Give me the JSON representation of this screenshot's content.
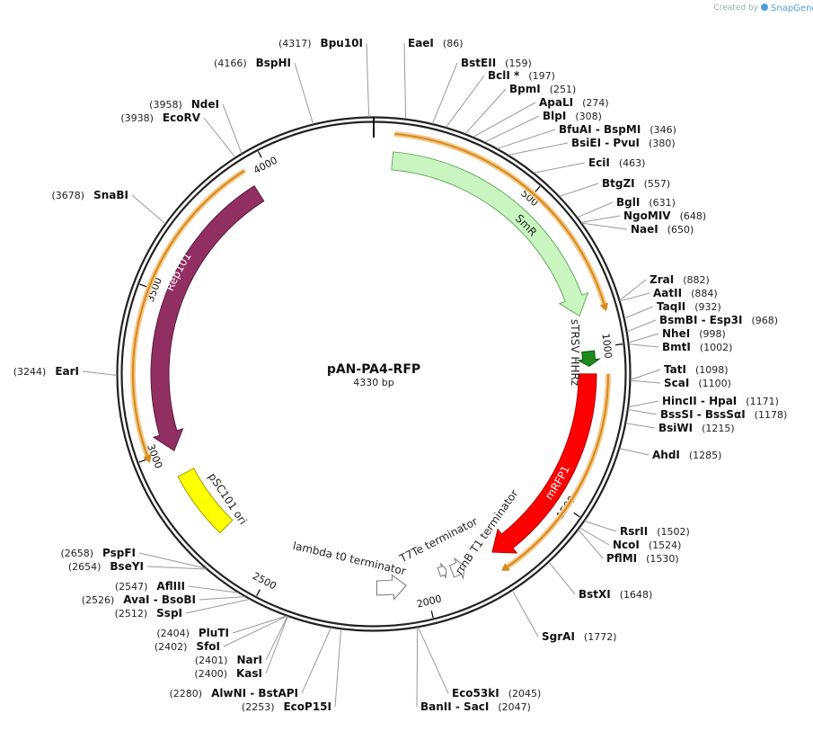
{
  "plasmid": {
    "name": "pAN-PA4-RFP",
    "length_label": "4330 bp",
    "length": 4330
  },
  "credit": {
    "prefix": "Created by",
    "brand": "SnapGene"
  },
  "ticks": [
    {
      "pos": 500,
      "label": "500"
    },
    {
      "pos": 1000,
      "label": "1000"
    },
    {
      "pos": 1500,
      "label": "1500"
    },
    {
      "pos": 2000,
      "label": "2000"
    },
    {
      "pos": 2500,
      "label": "2500"
    },
    {
      "pos": 3000,
      "label": "3000"
    },
    {
      "pos": 3500,
      "label": "3500"
    },
    {
      "pos": 4000,
      "label": "4000"
    }
  ],
  "features": [
    {
      "id": "smr",
      "name": "SmR",
      "start": 60,
      "end": 893,
      "strand": "+",
      "color": "#c8f5c0",
      "stroke": "#6aa860",
      "label_inside": true
    },
    {
      "id": "strsv",
      "name": "sTRSV HHRz",
      "start": 1010,
      "end": 1058,
      "strand": "+",
      "color": "#1e8a1e",
      "stroke": "#0d5a0d",
      "label_inside": false
    },
    {
      "id": "mrfp1",
      "name": "mRFP1",
      "start": 1082,
      "end": 1760,
      "strand": "+",
      "color": "#ff0000",
      "stroke": "#b30000",
      "label_inside": true
    },
    {
      "id": "rrnb",
      "name": "rrnB T1 terminator",
      "start": 1860,
      "end": 1905,
      "strand": "-",
      "color": "#ffffff",
      "stroke": "#777777",
      "label_inside": false
    },
    {
      "id": "t7te",
      "name": "T7Te terminator",
      "start": 1920,
      "end": 1945,
      "strand": "-",
      "color": "#ffffff",
      "stroke": "#777777",
      "label_inside": false
    },
    {
      "id": "lambda",
      "name": "lambda t0 terminator",
      "start": 2060,
      "end": 2155,
      "strand": "-",
      "color": "#ffffff",
      "stroke": "#777777",
      "label_inside": false
    },
    {
      "id": "psc101",
      "name": "pSC101 ori",
      "start": 2695,
      "end": 2915,
      "strand": "none",
      "color": "#ffff00",
      "stroke": "#a0a000",
      "label_inside": false
    },
    {
      "id": "rep101",
      "name": "Rep101",
      "start": 2995,
      "end": 3940,
      "strand": "-",
      "color": "#912f62",
      "stroke": "#5a1a3c",
      "label_inside": true
    }
  ],
  "orf_arcs": [
    {
      "id": "orf-smr",
      "start": 60,
      "end": 893
    },
    {
      "id": "orf-mrfp1",
      "start": 1082,
      "end": 1760
    },
    {
      "id": "orf-rep101",
      "start": 2995,
      "end": 3940
    }
  ],
  "sites": [
    {
      "id": "bpu10i",
      "name": "Bpu10I",
      "pos_label": "(4317)",
      "pos": 4317,
      "side": "left"
    },
    {
      "id": "eaei",
      "name": "EaeI",
      "pos_label": "(86)",
      "pos": 86,
      "side": "right"
    },
    {
      "id": "bsteii",
      "name": "BstEII",
      "pos_label": "(159)",
      "pos": 159,
      "side": "right"
    },
    {
      "id": "bcli",
      "name": "BclI *",
      "pos_label": "(197)",
      "pos": 197,
      "side": "right"
    },
    {
      "id": "bpmi",
      "name": "BpmI",
      "pos_label": "(251)",
      "pos": 251,
      "side": "right"
    },
    {
      "id": "apali",
      "name": "ApaLI",
      "pos_label": "(274)",
      "pos": 274,
      "side": "right"
    },
    {
      "id": "blpi",
      "name": "BlpI",
      "pos_label": "(308)",
      "pos": 308,
      "side": "right"
    },
    {
      "id": "bfuai",
      "name": "BfuAI - BspMI",
      "pos_label": "(346)",
      "pos": 346,
      "side": "right"
    },
    {
      "id": "bsiei",
      "name": "BsiEI - PvuI",
      "pos_label": "(380)",
      "pos": 380,
      "side": "right"
    },
    {
      "id": "ecii",
      "name": "EciI",
      "pos_label": "(463)",
      "pos": 463,
      "side": "right"
    },
    {
      "id": "btgzi",
      "name": "BtgZI",
      "pos_label": "(557)",
      "pos": 557,
      "side": "right"
    },
    {
      "id": "bgli",
      "name": "BglI",
      "pos_label": "(631)",
      "pos": 631,
      "side": "right"
    },
    {
      "id": "ngomiv",
      "name": "NgoMIV",
      "pos_label": "(648)",
      "pos": 648,
      "side": "right"
    },
    {
      "id": "naei",
      "name": "NaeI",
      "pos_label": "(650)",
      "pos": 650,
      "side": "right"
    },
    {
      "id": "zrai",
      "name": "ZraI",
      "pos_label": "(882)",
      "pos": 882,
      "side": "right"
    },
    {
      "id": "aatii",
      "name": "AatII",
      "pos_label": "(884)",
      "pos": 884,
      "side": "right"
    },
    {
      "id": "taqii",
      "name": "TaqII",
      "pos_label": "(932)",
      "pos": 932,
      "side": "right"
    },
    {
      "id": "bsmbi",
      "name": "BsmBI - Esp3I",
      "pos_label": "(968)",
      "pos": 968,
      "side": "right"
    },
    {
      "id": "nhei",
      "name": "NheI",
      "pos_label": "(998)",
      "pos": 998,
      "side": "right"
    },
    {
      "id": "bmti",
      "name": "BmtI",
      "pos_label": "(1002)",
      "pos": 1002,
      "side": "right"
    },
    {
      "id": "tati",
      "name": "TatI",
      "pos_label": "(1098)",
      "pos": 1098,
      "side": "right"
    },
    {
      "id": "scai",
      "name": "ScaI",
      "pos_label": "(1100)",
      "pos": 1100,
      "side": "right"
    },
    {
      "id": "hincii",
      "name": "HincII - HpaI",
      "pos_label": "(1171)",
      "pos": 1171,
      "side": "right"
    },
    {
      "id": "bsssi",
      "name": "BssSI - BssSαI",
      "pos_label": "(1178)",
      "pos": 1178,
      "side": "right"
    },
    {
      "id": "bsiwi",
      "name": "BsiWI",
      "pos_label": "(1215)",
      "pos": 1215,
      "side": "right"
    },
    {
      "id": "ahdi",
      "name": "AhdI",
      "pos_label": "(1285)",
      "pos": 1285,
      "side": "right"
    },
    {
      "id": "rsrii",
      "name": "RsrII",
      "pos_label": "(1502)",
      "pos": 1502,
      "side": "right"
    },
    {
      "id": "ncoi",
      "name": "NcoI",
      "pos_label": "(1524)",
      "pos": 1524,
      "side": "right"
    },
    {
      "id": "pflmi",
      "name": "PflMI",
      "pos_label": "(1530)",
      "pos": 1530,
      "side": "right"
    },
    {
      "id": "bstxi",
      "name": "BstXI",
      "pos_label": "(1648)",
      "pos": 1648,
      "side": "right"
    },
    {
      "id": "sgrai",
      "name": "SgrAI",
      "pos_label": "(1772)",
      "pos": 1772,
      "side": "right"
    },
    {
      "id": "eco53ki",
      "name": "Eco53kI",
      "pos_label": "(2045)",
      "pos": 2045,
      "side": "right"
    },
    {
      "id": "banii",
      "name": "BanII - SacI",
      "pos_label": "(2047)",
      "pos": 2047,
      "side": "right"
    },
    {
      "id": "ecop15i",
      "name": "EcoP15I",
      "pos_label": "(2253)",
      "pos": 2253,
      "side": "left"
    },
    {
      "id": "alwni",
      "name": "AlwNI - BstAPI",
      "pos_label": "(2280)",
      "pos": 2280,
      "side": "left"
    },
    {
      "id": "kasi",
      "name": "KasI",
      "pos_label": "(2400)",
      "pos": 2400,
      "side": "left"
    },
    {
      "id": "nari",
      "name": "NarI",
      "pos_label": "(2401)",
      "pos": 2401,
      "side": "left"
    },
    {
      "id": "sfoi",
      "name": "SfoI",
      "pos_label": "(2402)",
      "pos": 2402,
      "side": "left"
    },
    {
      "id": "pluti",
      "name": "PluTI",
      "pos_label": "(2404)",
      "pos": 2404,
      "side": "left"
    },
    {
      "id": "sspi",
      "name": "SspI",
      "pos_label": "(2512)",
      "pos": 2512,
      "side": "left"
    },
    {
      "id": "avai",
      "name": "AvaI - BsoBI",
      "pos_label": "(2526)",
      "pos": 2526,
      "side": "left"
    },
    {
      "id": "afliii",
      "name": "AflIII",
      "pos_label": "(2547)",
      "pos": 2547,
      "side": "left"
    },
    {
      "id": "bseyi",
      "name": "BseYI",
      "pos_label": "(2654)",
      "pos": 2654,
      "side": "left"
    },
    {
      "id": "pspfi",
      "name": "PspFI",
      "pos_label": "(2658)",
      "pos": 2658,
      "side": "left"
    },
    {
      "id": "eari",
      "name": "EarI",
      "pos_label": "(3244)",
      "pos": 3244,
      "side": "left"
    },
    {
      "id": "snabi",
      "name": "SnaBI",
      "pos_label": "(3678)",
      "pos": 3678,
      "side": "left"
    },
    {
      "id": "ecorv",
      "name": "EcoRV",
      "pos_label": "(3938)",
      "pos": 3938,
      "side": "left"
    },
    {
      "id": "ndei",
      "name": "NdeI",
      "pos_label": "(3958)",
      "pos": 3958,
      "side": "left"
    },
    {
      "id": "bsphi",
      "name": "BspHI",
      "pos_label": "(4166)",
      "pos": 4166,
      "side": "left"
    }
  ]
}
